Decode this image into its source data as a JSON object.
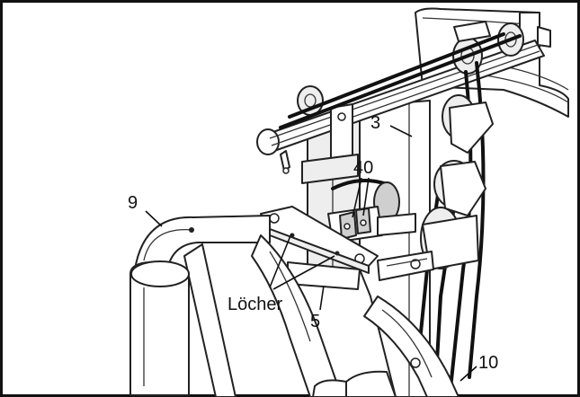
{
  "diagram": {
    "labels": {
      "part_3": "3",
      "part_40": "40",
      "part_9": "9",
      "holes": "Löcher",
      "part_5": "5",
      "part_10": "10"
    },
    "colors": {
      "line": "#222222",
      "fill": "#ffffff",
      "shade": "#cfcfcf",
      "frame": "#111111"
    }
  }
}
